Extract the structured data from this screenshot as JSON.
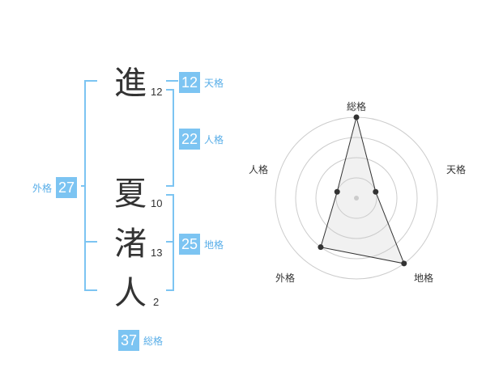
{
  "name": {
    "characters": [
      {
        "char": "進",
        "strokes": "12"
      },
      {
        "char": "夏",
        "strokes": "10"
      },
      {
        "char": "渚",
        "strokes": "13"
      },
      {
        "char": "人",
        "strokes": "2"
      }
    ]
  },
  "fortune": {
    "tenkaku": {
      "value": "12",
      "label": "天格"
    },
    "jinkaku": {
      "value": "22",
      "label": "人格"
    },
    "chikaku": {
      "value": "25",
      "label": "地格"
    },
    "gaikaku": {
      "value": "27",
      "label": "外格"
    },
    "soukaku": {
      "value": "37",
      "label": "総格"
    }
  },
  "colors": {
    "accent": "#7cc4f2",
    "label": "#59aee8",
    "text": "#333333"
  },
  "chart_data": {
    "type": "radar",
    "axes": [
      "総格",
      "天格",
      "地格",
      "外格",
      "人格"
    ],
    "series": [
      {
        "values": [
          4,
          1,
          4,
          3,
          1
        ]
      }
    ],
    "rmax": 4,
    "rings": 4
  }
}
